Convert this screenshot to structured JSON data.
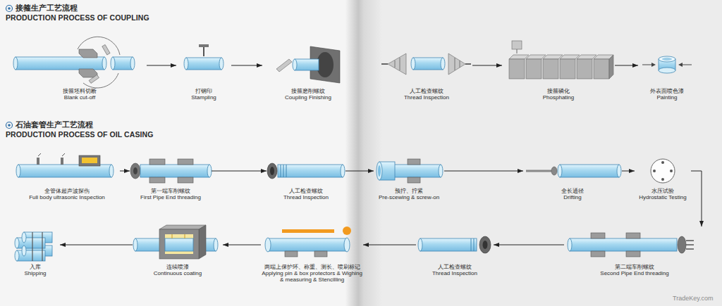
{
  "diagram": {
    "nodes": [
      {
        "text": [
          "接箍坯料切断",
          "Blank cut-off"
        ]
      },
      {
        "text": [
          "打钢印",
          "Stampling"
        ]
      },
      {
        "text": [
          "接箍磨削螺纹",
          "Coupling Finishing"
        ]
      },
      {
        "text": [
          "人工检查螺纹",
          "Thread Inspection"
        ]
      },
      {
        "text": [
          "接箍磷化",
          "Phosphating"
        ]
      },
      {
        "text": [
          "外表面喷色漆",
          "Painting"
        ]
      },
      {
        "text": [
          "全管体超声波探伤",
          "Full body ultrasonic Inspection"
        ]
      },
      {
        "text": [
          "第一端车削螺纹",
          "First Pipe End threading"
        ]
      },
      {
        "text": [
          "人工检查螺纹",
          "Thread Inspection"
        ]
      },
      {
        "text": [
          "预拧、拧紧",
          "Pre-scewing & screw-on"
        ]
      },
      {
        "text": [
          "全长通径",
          "Drifting"
        ]
      },
      {
        "text": [
          "水压试验",
          "Hydrostatic Testing"
        ]
      },
      {
        "text": [
          "第二端车削螺纹",
          "Second Pipe End threading"
        ]
      },
      {
        "text": [
          "人工检查螺纹",
          "Thread Inspection"
        ]
      },
      {
        "text": [
          "两端上保护环、称重、测长、喷刷标记",
          "Applying pin & box protectors & Wighing & measuring & Stencilling"
        ]
      },
      {
        "text": [
          "连续喷漆",
          "Continuous coating"
        ]
      },
      {
        "text": [
          "入库",
          "Shipping"
        ]
      }
    ],
    "edges": [
      {
        "from": 0,
        "to": 1,
        "arrow": "to"
      },
      {
        "from": 1,
        "to": 2,
        "arrow": "to"
      },
      {
        "from": 3,
        "to": 4,
        "arrow": "to"
      },
      {
        "from": 4,
        "to": 5,
        "arrow": "to"
      },
      {
        "from": 6,
        "to": 7,
        "arrow": "to"
      },
      {
        "from": 7,
        "to": 8,
        "arrow": "to"
      },
      {
        "from": 8,
        "to": 9,
        "arrow": "to"
      },
      {
        "from": 9,
        "to": 10,
        "arrow": "to"
      },
      {
        "from": 10,
        "to": 11,
        "arrow": "to"
      },
      {
        "from": 11,
        "to": 12,
        "arrow": "to"
      },
      {
        "from": 12,
        "to": 13,
        "arrow": "to"
      },
      {
        "from": 13,
        "to": 14,
        "arrow": "to"
      },
      {
        "from": 14,
        "to": 15,
        "arrow": "to"
      },
      {
        "from": 15,
        "to": 16,
        "arrow": "to"
      }
    ],
    "labels": [
      "接箍生产工艺流程",
      "PRODUCTION PROCESS OF COUPLING",
      "石油套管生产工艺流程",
      "PRODUCTION PROCESS OF OIL CASING",
      "TradeKey.com"
    ]
  }
}
